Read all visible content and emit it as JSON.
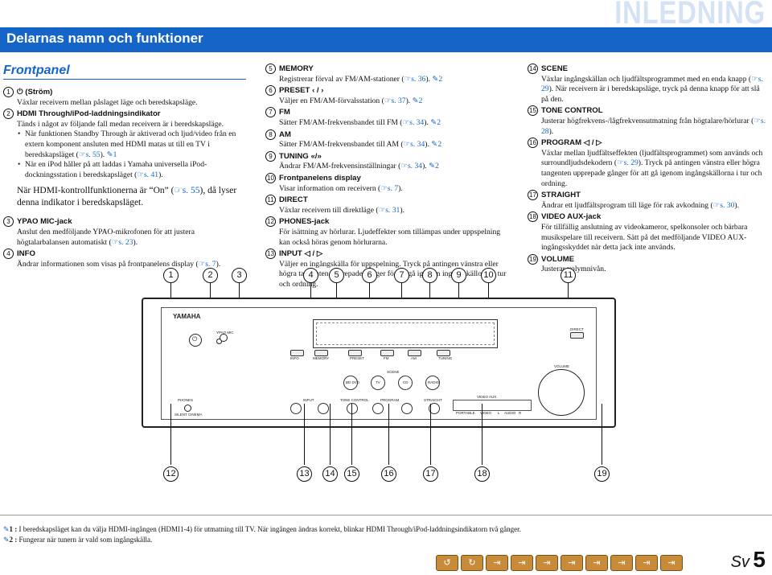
{
  "chapter": "INLEDNING",
  "section_title": "Delarnas namn och funktioner",
  "subsection_title": "Frontpanel",
  "ref_icon": "page-reference-icon",
  "col1": {
    "items": [
      {
        "num": "1",
        "title": "(Ström)",
        "desc": "Växlar receivern mellan påslaget läge och beredskapsläge."
      },
      {
        "num": "2",
        "title": "HDMI Through/iPod-laddningsindikator",
        "desc": "Tänds i något av följande fall medan receivern är i beredskapsläge.",
        "bullets": [
          {
            "text": "När funktionen Standby Through är aktiverad och ljud/video från en extern komponent ansluten med HDMI matas ut till en TV i beredskapsläget (",
            "ref": "s. 55",
            "tail": ")."
          },
          {
            "text": "När en iPod håller på att laddas i Yamaha universella iPod-dockningsstation i beredskapsläget (",
            "ref": "s. 41",
            "tail": ")."
          }
        ]
      },
      {
        "num": "3",
        "title": "YPAO MIC-jack",
        "desc": "Anslut den medföljande YPAO-mikrofonen för att justera högtalarbalansen automatiskt (",
        "ref": "s. 23",
        "tail": ")."
      },
      {
        "num": "4",
        "title": "INFO",
        "desc": "Ändrar informationen som visas på frontpanelens display (",
        "ref": "s. 7",
        "tail": ")."
      }
    ],
    "note": {
      "text": "När HDMI-kontrollfunktionerna är “On” (",
      "ref": "s. 55",
      "tail": "), då lyser denna indikator i beredskapsläget."
    }
  },
  "col2": {
    "items": [
      {
        "num": "5",
        "title": "MEMORY",
        "desc": "Registrerar förval av FM/AM-stationer (",
        "ref": "s. 36",
        "tail": ")."
      },
      {
        "num": "6",
        "title": "PRESET",
        "desc": "Väljer en FM/AM-förvalsstation (",
        "ref": "s. 37",
        "tail": ")."
      },
      {
        "num": "7",
        "title": "FM",
        "desc": "Sätter FM/AM-frekvensbandet till FM (",
        "ref": "s. 34",
        "tail": ")."
      },
      {
        "num": "8",
        "title": "AM",
        "desc": "Sätter FM/AM-frekvensbandet till AM (",
        "ref": "s. 34",
        "tail": ")."
      },
      {
        "num": "9",
        "title": "TUNING",
        "desc": "Ändrar FM/AM-frekvensinställningar (",
        "ref": "s. 34",
        "tail": ")."
      },
      {
        "num": "10",
        "title": "Frontpanelens display",
        "desc": "Visar information om receivern (",
        "ref": "s. 7",
        "tail": ")."
      },
      {
        "num": "11",
        "title": "DIRECT",
        "desc": "Växlar receivern till direktläge (",
        "ref": "s. 31",
        "tail": ")."
      },
      {
        "num": "12",
        "title": "PHONES-jack",
        "desc": "För isättning av hörlurar. Ljudeffekter som tillämpas under uppspelning kan också höras genom hörlurarna."
      },
      {
        "num": "13",
        "title": "INPUT",
        "desc": "Väljer en ingångskälla för uppspelning. Tryck på antingen vänstra eller högra tangenten upprepade gånger för att gå igenom ingångskällorna i tur och ordning."
      }
    ]
  },
  "col3": {
    "items": [
      {
        "num": "14",
        "title": "SCENE",
        "desc": "Växlar ingångskällan och ljudfältsprogrammet med en enda knapp (",
        "ref": "s. 29",
        "tail": "). När receivern är i beredskapsläge, tryck på denna knapp för att slå på den."
      },
      {
        "num": "15",
        "title": "TONE CONTROL",
        "desc": "Justerar högfrekvens-/lågfrekvensutmatning från högtalare/hörlurar (",
        "ref": "s. 28",
        "tail": ")."
      },
      {
        "num": "16",
        "title": "PROGRAM",
        "desc": "Växlar mellan ljudfältseffekten (ljudfältsprogrammet) som används och surroundljudsdekodern (",
        "ref": "s. 29",
        "tail": "). Tryck på antingen vänstra eller högra tangenten upprepade gånger för att gå igenom ingångskällorna i tur och ordning."
      },
      {
        "num": "17",
        "title": "STRAIGHT",
        "desc": "Ändrar ett ljudfältsprogram till läge för rak avkodning (",
        "ref": "s. 30",
        "tail": ")."
      },
      {
        "num": "18",
        "title": "VIDEO AUX-jack",
        "desc": "För tillfällig anslutning av videokameror, spelkonsoler och bärbara musikspelare till receivern. Sätt på det medföljande VIDEO AUX-ingångsskyddet när detta jack inte används."
      },
      {
        "num": "19",
        "title": "VOLUME",
        "desc": "Justerar volymnivån."
      }
    ]
  },
  "diagram": {
    "callouts_top": [
      "1",
      "2",
      "3",
      "4",
      "5",
      "6",
      "7",
      "8",
      "9",
      "10",
      "11"
    ],
    "callouts_bottom": [
      "12",
      "13",
      "14",
      "15",
      "16",
      "17",
      "18",
      "19"
    ],
    "labels": {
      "brand": "YAMAHA",
      "ypao": "YPAO MIC",
      "info": "INFO",
      "memory": "MEMORY",
      "preset": "PRESET",
      "fm": "FM",
      "am": "AM",
      "tuning": "TUNING",
      "direct": "DIRECT",
      "scene": "SCENE",
      "bd_dvd": "BD DVD",
      "tv": "TV",
      "cd": "CD",
      "radio": "RADIO",
      "volume": "VOLUME",
      "phones": "PHONES",
      "silent_cinema": "SILENT CINEMA",
      "input": "INPUT",
      "tone_control": "TONE CONTROL",
      "program": "PROGRAM",
      "straight": "STRAIGHT",
      "video_aux": "VIDEO AUX",
      "portable": "PORTABLE",
      "video": "VIDEO",
      "audio": "AUDIO",
      "l": "L",
      "r": "R"
    }
  },
  "footnotes": [
    {
      "label": "1 :",
      "text": "I beredskapsläget kan du välja HDMI-ingången (HDMI1-4) för utmatning till TV. När ingången ändras korrekt, blinkar HDMI Through/iPod-laddningsindikatorn två gånger."
    },
    {
      "label": "2 :",
      "text": "Fungerar när tunern är vald som ingångskälla."
    }
  ],
  "page": {
    "lang": "Sv",
    "number": "5"
  },
  "nav_icons": [
    "nav-icon-1",
    "nav-icon-2",
    "nav-icon-3",
    "nav-icon-4",
    "nav-icon-5",
    "nav-icon-6",
    "nav-icon-7",
    "nav-icon-8",
    "nav-icon-9",
    "nav-icon-10",
    "nav-icon-11",
    "nav-icon-12",
    "nav-icon-13"
  ]
}
